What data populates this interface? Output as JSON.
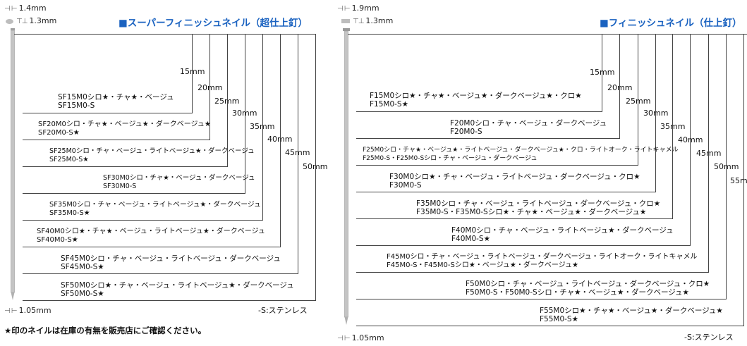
{
  "left": {
    "title": "■スーパーフィニッシュネイル（超仕上釘）",
    "head_width": "1.4mm",
    "shank": "1.3mm",
    "thickness": "1.05mm",
    "lengths": [
      "15mm",
      "20mm",
      "25mm",
      "30mm",
      "35mm",
      "40mm",
      "45mm",
      "50mm"
    ],
    "entries": [
      {
        "line1": "SF15M0シロ★・チャ★・ベージュ",
        "line2": "SF15M0-S"
      },
      {
        "line1": "SF20M0シロ・チャ★・ベージュ★・ダークベージュ★",
        "line2": "SF20M0-S★"
      },
      {
        "line1": "SF25M0シロ・チャ・ベージュ・ライトベージュ★・ダークベージュ",
        "line2": "SF25M0-S★"
      },
      {
        "line1": "SF30M0シロ・チャ★・ベージュ・ダークベージュ",
        "line2": "SF30M0-S"
      },
      {
        "line1": "SF35M0シロ・チャ・ベージュ・ライトベージュ★・ダークベージュ",
        "line2": "SF35M0-S★"
      },
      {
        "line1": "SF40M0シロ★・チャ★・ベージュ・ライトベージュ★・ダークベージュ",
        "line2": "SF40M0-S★"
      },
      {
        "line1": "SF45M0シロ・チャ・ベージュ・ライトベージュ・ダークベージュ",
        "line2": "SF45M0-S★"
      },
      {
        "line1": "SF50M0シロ★・チャ・ベージュ・ライトベージュ★・ダークベージュ",
        "line2": "SF50M0-S★"
      }
    ],
    "legend": "-S:ステンレス",
    "note": "★印のネイルは在庫の有無を販売店にご確認ください。"
  },
  "right": {
    "title": "■フィニッシュネイル（仕上釘）",
    "head_width": "1.9mm",
    "shank": "1.3mm",
    "thickness": "1.05mm",
    "lengths": [
      "15mm",
      "20mm",
      "25mm",
      "30mm",
      "35mm",
      "40mm",
      "45mm",
      "50mm",
      "55mm"
    ],
    "entries": [
      {
        "line1": "F15M0シロ★・チャ★・ベージュ★・ダークベージュ★・クロ★",
        "line2": "F15M0-S★"
      },
      {
        "line1": "F20M0シロ・チャ・ベージュ・ダークベージュ",
        "line2": "F20M0-S"
      },
      {
        "line1": "F25M0シロ・チャ★・ベージュ★・ライトベージュ・ダークベージュ★・クロ・ライトオーク・ライトキャメル",
        "line2": "F25M0-S・F25M0-Sシロ・チャ・ベージュ・ダークベージュ"
      },
      {
        "line1": "F30M0シロ★・チャ・ベージュ・ライトベージュ・ダークベージュ・クロ★",
        "line2": "F30M0-S"
      },
      {
        "line1": "F35M0シロ・チャ・ベージュ・ライトベージュ・ダークベージュ・クロ★",
        "line2": "F35M0-S・F35M0-Sシロ★・チャ★・ベージュ★・ダークベージュ★"
      },
      {
        "line1": "F40M0シロ・チャ・ベージュ・ライトベージュ★・ダークベージュ",
        "line2": "F40M0-S★"
      },
      {
        "line1": "F45M0シロ・チャ・ベージュ・ライトベージュ・ダークベージュ・ライトオーク・ライトキャメル",
        "line2": "F45M0-S・F45M0-Sシロ★・ベージュ★・ダークベージュ★"
      },
      {
        "line1": "F50M0シロ・チャ・ベージュ・ライトベージュ・ダークベージュ・クロ★",
        "line2": "F50M0-S・F50M0-Sシロ・チャ★・ベージュ★・ダークベージュ★"
      },
      {
        "line1": "F55M0シロ★・チャ★・ベージュ★・ダークベージュ★",
        "line2": "F55M0-S★"
      }
    ],
    "legend": "-S:ステンレス"
  },
  "colors": {
    "title": "#1a62c0",
    "line": "#444444",
    "nail": "#b8b8b8"
  }
}
